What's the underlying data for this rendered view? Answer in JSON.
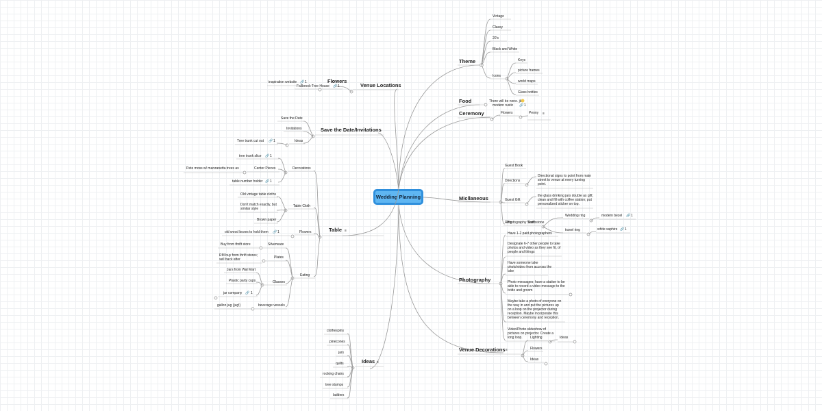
{
  "map_title": "Wedding Planning",
  "branches": {
    "theme": {
      "label": "Theme",
      "items": [
        "Vintage",
        "Classy",
        "20's",
        "Black and White"
      ],
      "icons": {
        "label": "Icons",
        "items": [
          "Keys",
          "picture frames",
          "world maps",
          "Glass bottles"
        ]
      }
    },
    "food": {
      "label": "Food",
      "items": [
        "There will be none. jk",
        "modern rustic"
      ],
      "link_count": "1"
    },
    "ceremony": {
      "label": "Ceremony",
      "flowers": "Flowers",
      "peony": "Peony"
    },
    "misc": {
      "label": "Micllaneous",
      "guest_book": "Guest Book",
      "directions": "Directions",
      "directions_note": [
        "Directional signs to point from main",
        "street to venue at every turning",
        "point."
      ],
      "guest_gift": "Guest Gift",
      "guest_gift_note": [
        "the glass drinking jars double as gift;",
        "clean and fill with coffee station; put",
        "personalized sticker on top."
      ],
      "ring": "Ring",
      "tombstone": "Tombstone",
      "wedding_ring": "Wedding ring",
      "modern_bezel": "modern bezel",
      "travel_ring": "travel ring",
      "white_saphire": "white saphire",
      "link_count": "1"
    },
    "photography": {
      "label": "Photography",
      "photography_stuff": "Photography Stuff",
      "notes": [
        [
          "Have 1-2 paid photographers"
        ],
        [
          "Designate 6-7 other people to take",
          "photos and video as they see fit, of",
          "people and things"
        ],
        [
          "Have someone take",
          "photo/video from accross the",
          "lake"
        ],
        [
          "Photo messages; have a station to be",
          "able to record a video message to the",
          "bride and groom"
        ],
        [
          "Maybe take a photo of everyone on",
          "the way in and put the pictures up",
          "on a loop on the projector during",
          "reception. Maybe incorporate this",
          "between ceremony and reception."
        ],
        [
          "Video/Photo slideshow of",
          "pictures on projector. Create a",
          "long loop."
        ]
      ]
    },
    "venue_decorations": {
      "label": "Venue Decorations",
      "items": [
        "Lighting",
        "Flowers",
        "Ideas"
      ],
      "ideas_sub": "Ideas"
    },
    "venue_locations": {
      "label": "Venue Locations",
      "flowers": "Flowers",
      "fallbrook": "Fallbrook Tree House",
      "inspiration": "inspiration website",
      "link_count": "1"
    },
    "save_the_date": {
      "label": "Save the Date/Invitations",
      "items": [
        "Save the Date",
        "Invitations",
        "Ideas"
      ],
      "tree_trunk": "Tree trunk cut out",
      "link_count": "1"
    },
    "table": {
      "label": "Table",
      "decorations": "Decorations",
      "tree_trunk_slice": "tree trunk slice",
      "center_pieces": "Center Pieces",
      "pete_moss": "Pete moss w/ manzanetta trees as",
      "table_number": "table number holder",
      "table_cloth": "Table Cloth",
      "table_cloth_items": [
        [
          "Old vintage table cloths"
        ],
        [
          "Don't match exactly, but",
          "similar style"
        ],
        [
          "Brown paper"
        ]
      ],
      "flowers": "Flowers",
      "old_wood": "old wood boxes to hold them",
      "eating": "Eating",
      "silverware": "Silverware",
      "buy_thrift": "Buy from thrift store",
      "plates": "Plates",
      "rm_buy": [
        "RM buy from thrift stores;",
        "sell back after"
      ],
      "glasses": "Glasses",
      "jars_walmart": "Jars from Wal Mart",
      "plastic_cups": "Plastic party cups",
      "jar_company": "jar company",
      "beverage": "beverage vessels",
      "gallon_jug": "gallon jug (jug!)",
      "link_count": "1"
    },
    "ideas": {
      "label": "Ideas",
      "items": [
        "clothespins",
        "pinecones",
        "jars",
        "quilts",
        "rocking chairs",
        "tree stumps",
        "ladders"
      ]
    }
  },
  "colors": {
    "root_fill": "#5fb6f2",
    "root_border": "#2f8fdc",
    "connector": "#9a9a9a"
  }
}
